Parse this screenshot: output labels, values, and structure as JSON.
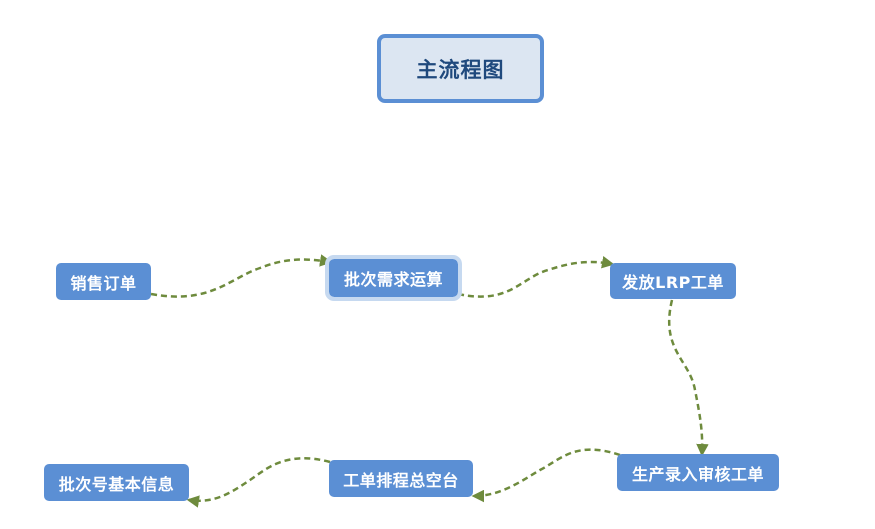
{
  "diagram": {
    "title": "主流程图",
    "colors": {
      "node_fill": "#5b8fd4",
      "title_fill": "#dce6f2",
      "title_border": "#5b8fd4",
      "title_text": "#1f497d",
      "connector": "#6e8b3d",
      "selection_halo": "#c6d9f0"
    },
    "nodes": [
      {
        "id": "sales_order",
        "label": "销售订单"
      },
      {
        "id": "batch_demand",
        "label": "批次需求运算",
        "selected": true
      },
      {
        "id": "issue_lrp",
        "label": "发放LRP工单"
      },
      {
        "id": "production_entry",
        "label": "生产录入审核工单"
      },
      {
        "id": "work_order_scheduling",
        "label": "工单排程总空台"
      },
      {
        "id": "batch_info",
        "label": "批次号基本信息"
      }
    ],
    "edges": [
      {
        "from": "sales_order",
        "to": "batch_demand",
        "style": "dashed-curve"
      },
      {
        "from": "batch_demand",
        "to": "issue_lrp",
        "style": "dashed-curve"
      },
      {
        "from": "issue_lrp",
        "to": "production_entry",
        "style": "dashed-curve"
      },
      {
        "from": "production_entry",
        "to": "work_order_scheduling",
        "style": "dashed-curve"
      },
      {
        "from": "work_order_scheduling",
        "to": "batch_info",
        "style": "dashed-curve"
      }
    ]
  }
}
